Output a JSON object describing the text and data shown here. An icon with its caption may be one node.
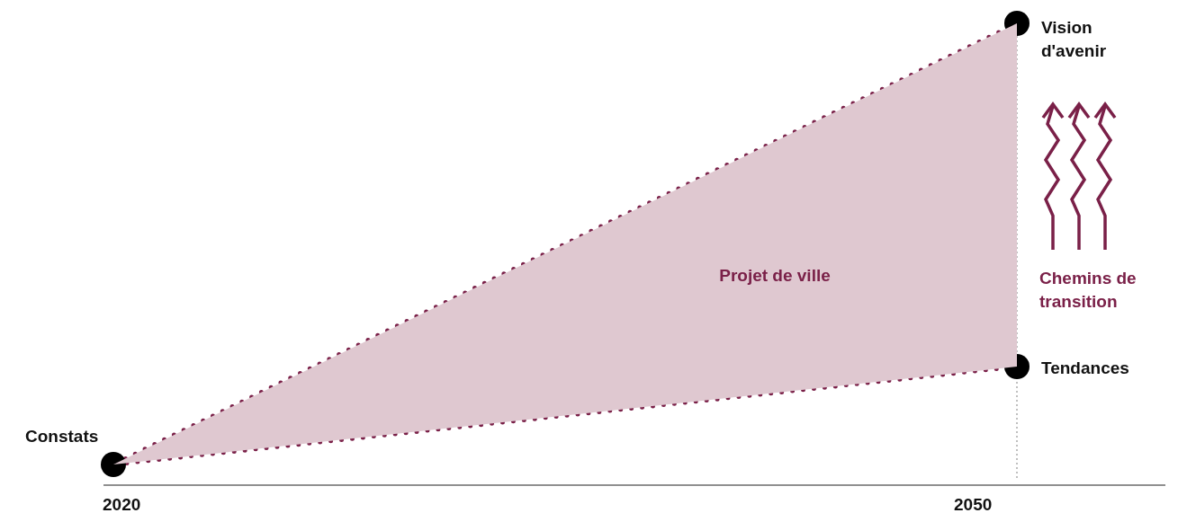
{
  "diagram": {
    "nodes": [
      {
        "text": [
          "Constats"
        ]
      },
      {
        "text": [
          "Vision d'avenir"
        ]
      },
      {
        "text": [
          "Tendances"
        ]
      },
      {
        "text": [
          "Projet de ville"
        ]
      }
    ],
    "edges": [
      {
        "from": 0,
        "to": 1,
        "arrow": "none",
        "style": "dashed"
      },
      {
        "from": 0,
        "to": 2,
        "arrow": "none",
        "style": "dashed"
      }
    ],
    "labels": [
      "Chemins de transition",
      "2020",
      "2050"
    ]
  }
}
